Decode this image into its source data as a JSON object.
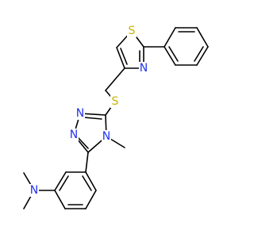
{
  "molecule": {
    "atoms": [
      {
        "id": "S_thiazole",
        "label": "S",
        "color": "#c8b400"
      },
      {
        "id": "N_thiazole",
        "label": "N",
        "color": "#2233ee"
      },
      {
        "id": "S_linker",
        "label": "S",
        "color": "#c8b400"
      },
      {
        "id": "N_triazole_1",
        "label": "N",
        "color": "#2233ee"
      },
      {
        "id": "N_triazole_2",
        "label": "N",
        "color": "#2233ee"
      },
      {
        "id": "N_triazole_4",
        "label": "N",
        "color": "#2233ee"
      },
      {
        "id": "N_dimethylamino",
        "label": "N",
        "color": "#2233ee"
      }
    ]
  }
}
